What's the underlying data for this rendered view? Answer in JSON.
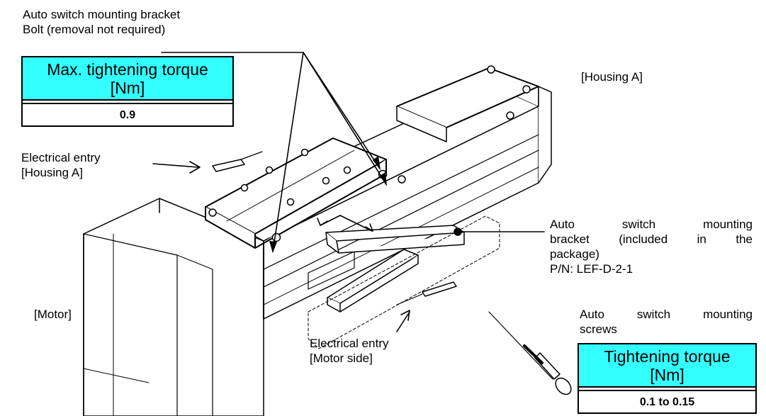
{
  "labels": {
    "bolt_line1": "Auto switch mounting bracket",
    "bolt_line2": "Bolt (removal not required)",
    "housing_a": "[Housing A]",
    "entry_housing_line1": "Electrical entry",
    "entry_housing_line2": "[Housing A]",
    "motor": "[Motor]",
    "entry_motor_line1": "Electrical entry",
    "entry_motor_line2": "[Motor side]",
    "bracket_line1_words": [
      "Auto",
      "switch",
      "mounting"
    ],
    "bracket_line2_words": [
      "bracket",
      "(included",
      "in",
      "the"
    ],
    "bracket_line3": "package)",
    "bracket_line4": "P/N: LEF-D-2-1",
    "screws_line1_words": [
      "Auto",
      "switch",
      "mounting"
    ],
    "screws_line2": "screws"
  },
  "torque_max": {
    "header_line1": "Max. tightening torque",
    "header_line2": "[Nm]",
    "value": "0.9"
  },
  "torque_screw": {
    "header_line1": "Tightening torque",
    "header_line2": "[Nm]",
    "value": "0.1 to 0.15"
  },
  "colors": {
    "header_fill": "#33ffff",
    "line": "#000000"
  }
}
